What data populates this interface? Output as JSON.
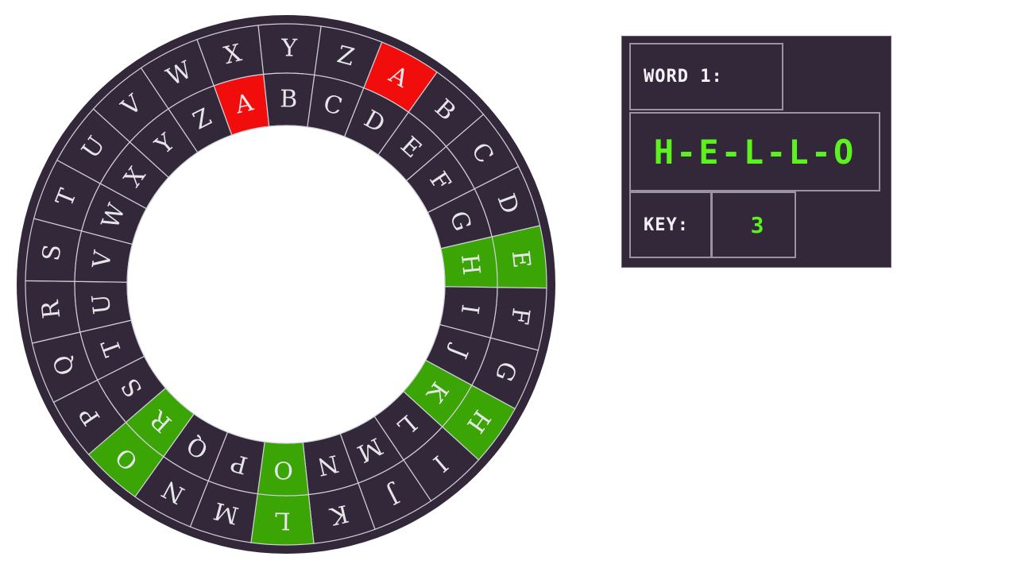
{
  "wheel": {
    "outer_letters": [
      "A",
      "B",
      "C",
      "D",
      "E",
      "F",
      "G",
      "H",
      "I",
      "J",
      "K",
      "L",
      "M",
      "N",
      "O",
      "P",
      "Q",
      "R",
      "S",
      "T",
      "U",
      "V",
      "W",
      "X",
      "Y",
      "Z"
    ],
    "inner_letters": [
      "A",
      "B",
      "C",
      "D",
      "E",
      "F",
      "G",
      "H",
      "I",
      "J",
      "K",
      "L",
      "M",
      "N",
      "O",
      "P",
      "Q",
      "R",
      "S",
      "T",
      "U",
      "V",
      "W",
      "X",
      "Y",
      "Z"
    ],
    "outer_highlight_red": [
      "A"
    ],
    "inner_highlight_red": [
      "A"
    ],
    "outer_highlight_green": [
      "E",
      "H",
      "L",
      "O"
    ],
    "inner_highlight_green": [
      "H",
      "K",
      "O",
      "R"
    ],
    "shift": 3,
    "colors": {
      "ring": "#33283a",
      "red": "#f20d0d",
      "green": "#3aa505",
      "letters": "#e6e6ea",
      "lines": "#cfcfd6"
    }
  },
  "panel": {
    "word_label": "WORD 1:",
    "word_value": "H-E-L-L-O",
    "key_label": "KEY:",
    "key_value": "3",
    "colors": {
      "background": "#33283a",
      "value": "#5cf21e",
      "label": "#f4f1f6"
    }
  }
}
